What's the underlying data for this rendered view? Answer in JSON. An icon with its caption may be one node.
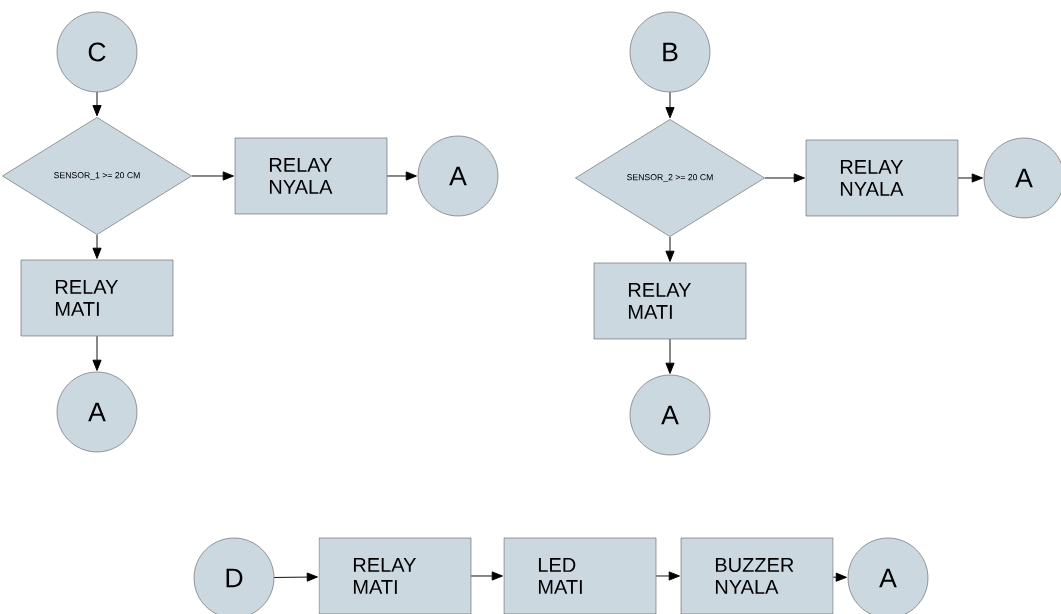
{
  "diagram": {
    "nodes": [
      {
        "text": [
          "C"
        ]
      },
      {
        "text": [
          "SENSOR_1 >= 20 CM"
        ]
      },
      {
        "text": [
          "RELAY NYALA"
        ]
      },
      {
        "text": [
          "A"
        ]
      },
      {
        "text": [
          "RELAY MATI"
        ]
      },
      {
        "text": [
          "A"
        ]
      },
      {
        "text": [
          "B"
        ]
      },
      {
        "text": [
          "SENSOR_2 >= 20 CM"
        ]
      },
      {
        "text": [
          "RELAY NYALA"
        ]
      },
      {
        "text": [
          "A"
        ]
      },
      {
        "text": [
          "RELAY MATI"
        ]
      },
      {
        "text": [
          "A"
        ]
      },
      {
        "text": [
          "D"
        ]
      },
      {
        "text": [
          "RELAY MATI"
        ]
      },
      {
        "text": [
          "LED MATI"
        ]
      },
      {
        "text": [
          "BUZZER NYALA"
        ]
      },
      {
        "text": [
          "A"
        ]
      }
    ],
    "edges": [
      {
        "from": 0,
        "to": 1,
        "arrow": "to"
      },
      {
        "from": 1,
        "to": 2,
        "arrow": "to"
      },
      {
        "from": 2,
        "to": 3,
        "arrow": "to"
      },
      {
        "from": 1,
        "to": 4,
        "arrow": "to"
      },
      {
        "from": 4,
        "to": 5,
        "arrow": "to"
      },
      {
        "from": 6,
        "to": 7,
        "arrow": "to"
      },
      {
        "from": 7,
        "to": 8,
        "arrow": "to"
      },
      {
        "from": 8,
        "to": 9,
        "arrow": "to"
      },
      {
        "from": 7,
        "to": 10,
        "arrow": "to"
      },
      {
        "from": 10,
        "to": 11,
        "arrow": "to"
      },
      {
        "from": 12,
        "to": 13,
        "arrow": "to"
      },
      {
        "from": 13,
        "to": 14,
        "arrow": "to"
      },
      {
        "from": 14,
        "to": 15,
        "arrow": "to"
      },
      {
        "from": 15,
        "to": 16,
        "arrow": "to"
      }
    ]
  }
}
